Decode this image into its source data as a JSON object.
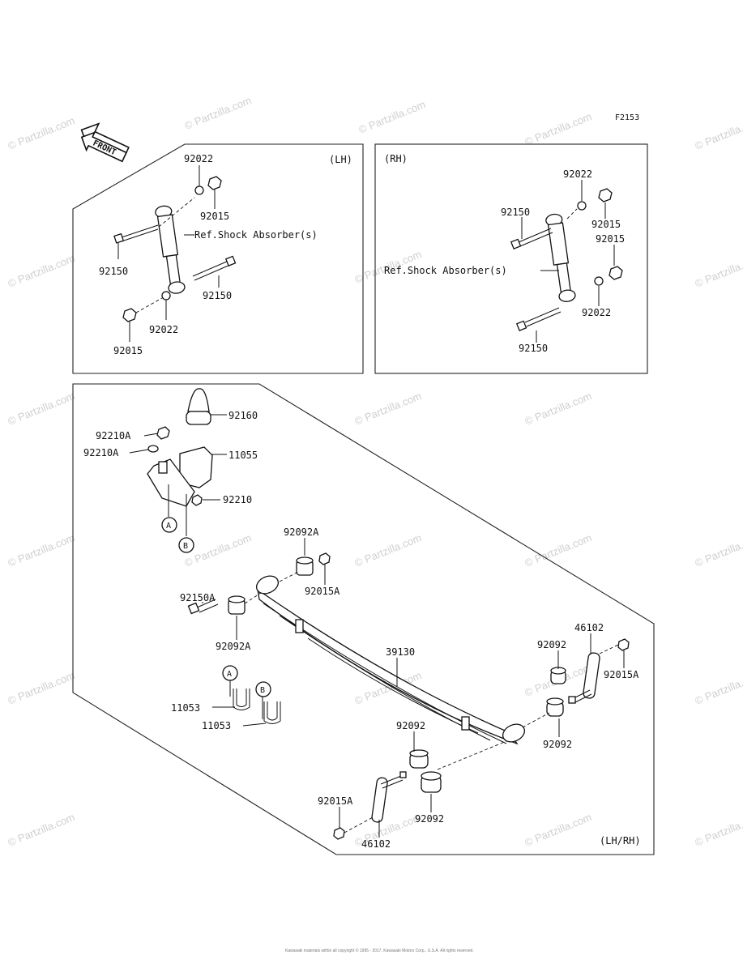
{
  "figure_code": "F2153",
  "front_label": "FRONT",
  "panels": {
    "lh": "(LH)",
    "rh": "(RH)",
    "lhrh": "(LH/RH)"
  },
  "ref_shock": "Ref.Shock Absorber(s)",
  "watermark": "© Partzilla.com",
  "callouts": {
    "A": "A",
    "B": "B"
  },
  "labels": {
    "lh_92022_top": "92022",
    "lh_92015_top": "92015",
    "lh_92150_left": "92150",
    "lh_92150_right": "92150",
    "lh_92022_bot": "92022",
    "lh_92015_bot": "92015",
    "rh_92022_top": "92022",
    "rh_92150_top": "92150",
    "rh_92015_top": "92015",
    "rh_92015_mid": "92015",
    "rh_92022_bot": "92022",
    "rh_92150_bot": "92150",
    "p92160": "92160",
    "p92210A_1": "92210A",
    "p92210A_2": "92210A",
    "p11055": "11055",
    "p92210": "92210",
    "p92092A_top": "92092A",
    "p92015A_top": "92015A",
    "p92150A": "92150A",
    "p92092A_bot": "92092A",
    "p39130": "39130",
    "p46102_right": "46102",
    "p92092_r1": "92092",
    "p92015A_right": "92015A",
    "p92092_r2": "92092",
    "p11053_1": "11053",
    "p11053_2": "11053",
    "p92092_c1": "92092",
    "p92092_c2": "92092",
    "p92015A_left": "92015A",
    "p46102_bot": "46102"
  },
  "footer": "Kawasaki materials within all copyright © 1995 - 2017, Kawasaki Motors Corp., U.S.A. All rights reserved."
}
